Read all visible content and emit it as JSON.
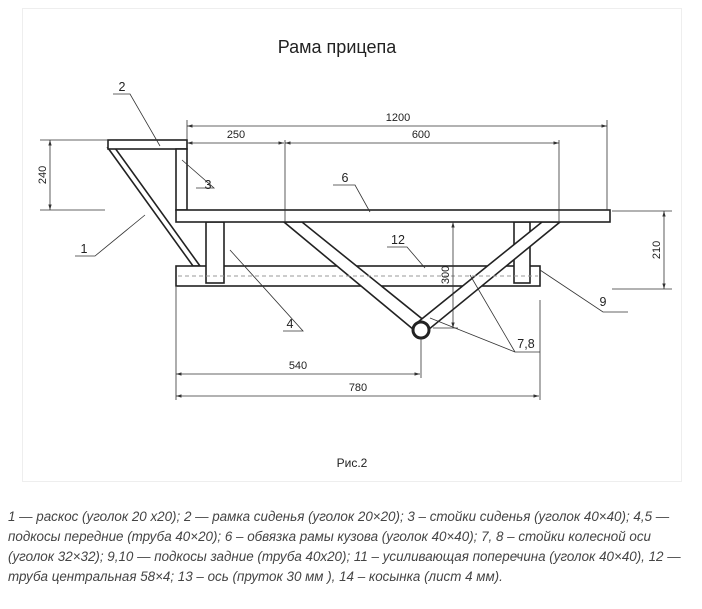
{
  "figure": {
    "title": "Рама прицепа",
    "figure_label": "Рис.2",
    "part_labels": {
      "p1": "1",
      "p2": "2",
      "p3": "3",
      "p4": "4",
      "p6": "6",
      "p12": "12",
      "p9": "9",
      "p78": "7,8"
    },
    "dimensions": {
      "d1200": "1200",
      "d250": "250",
      "d600": "600",
      "d240": "240",
      "d210": "210",
      "d300": "300",
      "d540": "540",
      "d780": "780"
    }
  },
  "caption": "1 — раскос (уголок 20 х20); 2 — рамка сиденья (уголок 20×20);  3 – стойки сиденья (уголок 40×40); 4,5 — подкосы передние (труба 40×20); 6 – обвязка рамы кузова (уголок 40×40); 7, 8 – стойки колесной оси (уголок 32×32); 9,10 — подкосы задние (труба 40х20); 11 – усиливающая поперечина (уголок 40×40), 12 — труба центральная 58×4; 13 – ось (пруток 30 мм ), 14 – косынка (лист 4 мм)."
}
